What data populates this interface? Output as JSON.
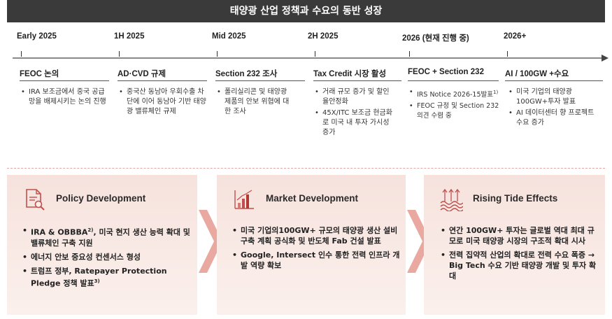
{
  "banner": {
    "title": "태양광 산업 정책과 수요의 동반 성장"
  },
  "timeline": [
    {
      "period": "Early 2025",
      "topic": "FEOC 논의",
      "bullets": [
        "IRA 보조금에서 중국 공급망을 배제시키는 논의 진행"
      ]
    },
    {
      "period": "1H 2025",
      "topic": "AD·CVD 규제",
      "bullets": [
        "중국산 동남아 우회수출 차단에 이어 동남아 기반 태양광 밸류체인 규제"
      ]
    },
    {
      "period": "Mid 2025",
      "topic": "Section 232 조사",
      "bullets": [
        "폴리실리콘 및 태양광 제품의 안보 위협에 대한 조사"
      ]
    },
    {
      "period": "2H 2025",
      "topic": "Tax Credit 시장 활성",
      "bullets": [
        "거래 규모 증가 및 할인율안정화",
        "45X/ITC 보조금 현금화로 미국 내 투자 가시성 증가"
      ]
    },
    {
      "period": "2026 (현재 진행 중)",
      "topic": "FEOC + Section 232",
      "bullets": [
        "IRS Notice 2026-15발표",
        "FEOC 규정 및 Section 232 의견 수렴 중"
      ],
      "bullet_sup": "1)"
    },
    {
      "period": "2026+",
      "topic": "AI / 100GW +수요",
      "bullets": [
        "미국 기업의 태양광 100GW+투자 발표",
        "AI 데이터센터 향 프로젝트 수요 증가"
      ]
    }
  ],
  "panels": [
    {
      "title": "Policy Development",
      "icon": "document-search-icon",
      "bullets": [
        {
          "text": "IRA & OBBBA",
          "sup": "2)",
          "rest": ", 미국 현지 생산 능력 확대 및 밸류체인 구축 지원"
        },
        {
          "text": "에너지 안보 중요성 컨센서스 형성",
          "sup": "",
          "rest": ""
        },
        {
          "text": "트럼프 정부, Ratepayer Protection Pledge 정책 발표",
          "sup": "3)",
          "rest": ""
        }
      ]
    },
    {
      "title": "Market Development",
      "icon": "bar-chart-icon",
      "bullets": [
        {
          "text": "미국 기업의100GW+ 규모의 태양광 생산 설비 구축 계획 공식화 및 반도체 Fab 건설 발표",
          "sup": "",
          "rest": ""
        },
        {
          "text": "Google, Intersect 인수 통한 전력 인프라 개발 역량 확보",
          "sup": "",
          "rest": ""
        }
      ]
    },
    {
      "title": "Rising Tide Effects",
      "icon": "rising-waves-icon",
      "bullets": [
        {
          "text": "연간 100GW+ 투자는 글로벌 역대 최대 규모로 미국 태양광 시장의 구조적 확대 시사",
          "sup": "",
          "rest": ""
        },
        {
          "text": "전력 집약적 산업의 확대로 전력 수요 폭증 → Big Tech 수요 기반 태양광 개발 및 투자 확대",
          "sup": "",
          "rest": ""
        }
      ]
    }
  ],
  "colors": {
    "accent": "#c0504d",
    "panel_bg": "#f6e2dd",
    "chevron": "#e9a9a0",
    "banner_bg": "#3a3a3a"
  }
}
